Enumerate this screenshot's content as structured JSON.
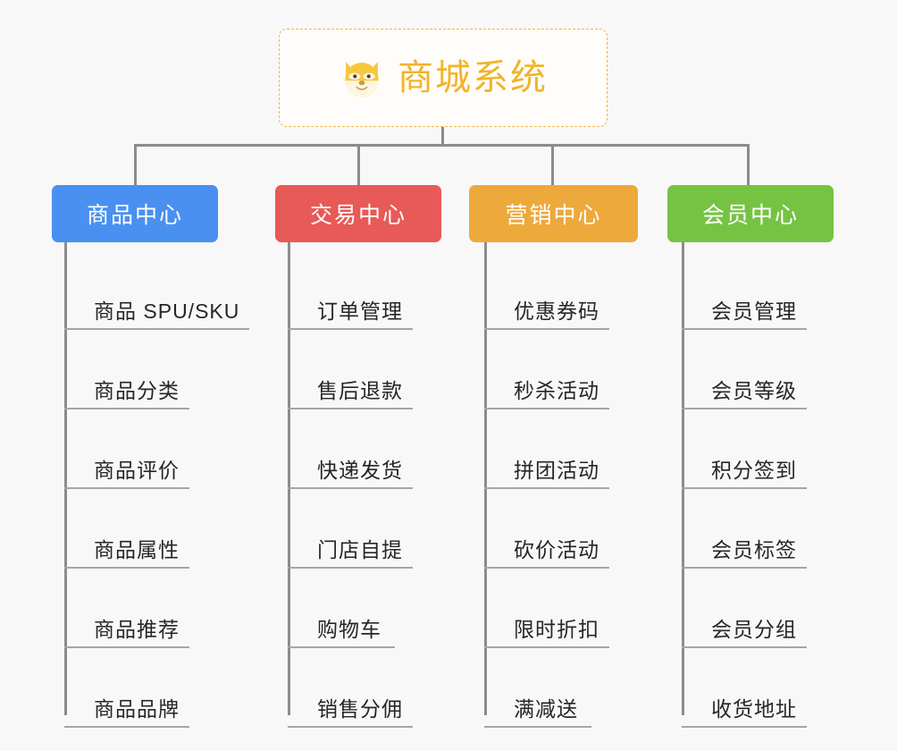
{
  "page": {
    "background_color": "#f8f8f8",
    "type": "mindmap-architecture-diagram"
  },
  "root": {
    "title": "商城系统",
    "icon": "dog-face-emoji",
    "title_color": "#f0b429",
    "border_color": "#e9b84a",
    "fill_color": "#fffdf9"
  },
  "branches": [
    {
      "label": "商品中心",
      "color": "#4a90f0",
      "items": [
        "商品 SPU/SKU",
        "商品分类",
        "商品评价",
        "商品属性",
        "商品推荐",
        "商品品牌"
      ]
    },
    {
      "label": "交易中心",
      "color": "#e75a57",
      "items": [
        "订单管理",
        "售后退款",
        "快递发货",
        "门店自提",
        "购物车",
        "销售分佣"
      ]
    },
    {
      "label": "营销中心",
      "color": "#eda93c",
      "items": [
        "优惠券码",
        "秒杀活动",
        "拼团活动",
        "砍价活动",
        "限时折扣",
        "满减送"
      ]
    },
    {
      "label": "会员中心",
      "color": "#76c344",
      "items": [
        "会员管理",
        "会员等级",
        "积分签到",
        "会员标签",
        "会员分组",
        "收货地址"
      ]
    }
  ],
  "connector_color": "#8c8c8c",
  "leaf_text_color": "#262626",
  "leaf_underline_color": "#a6a6a6"
}
